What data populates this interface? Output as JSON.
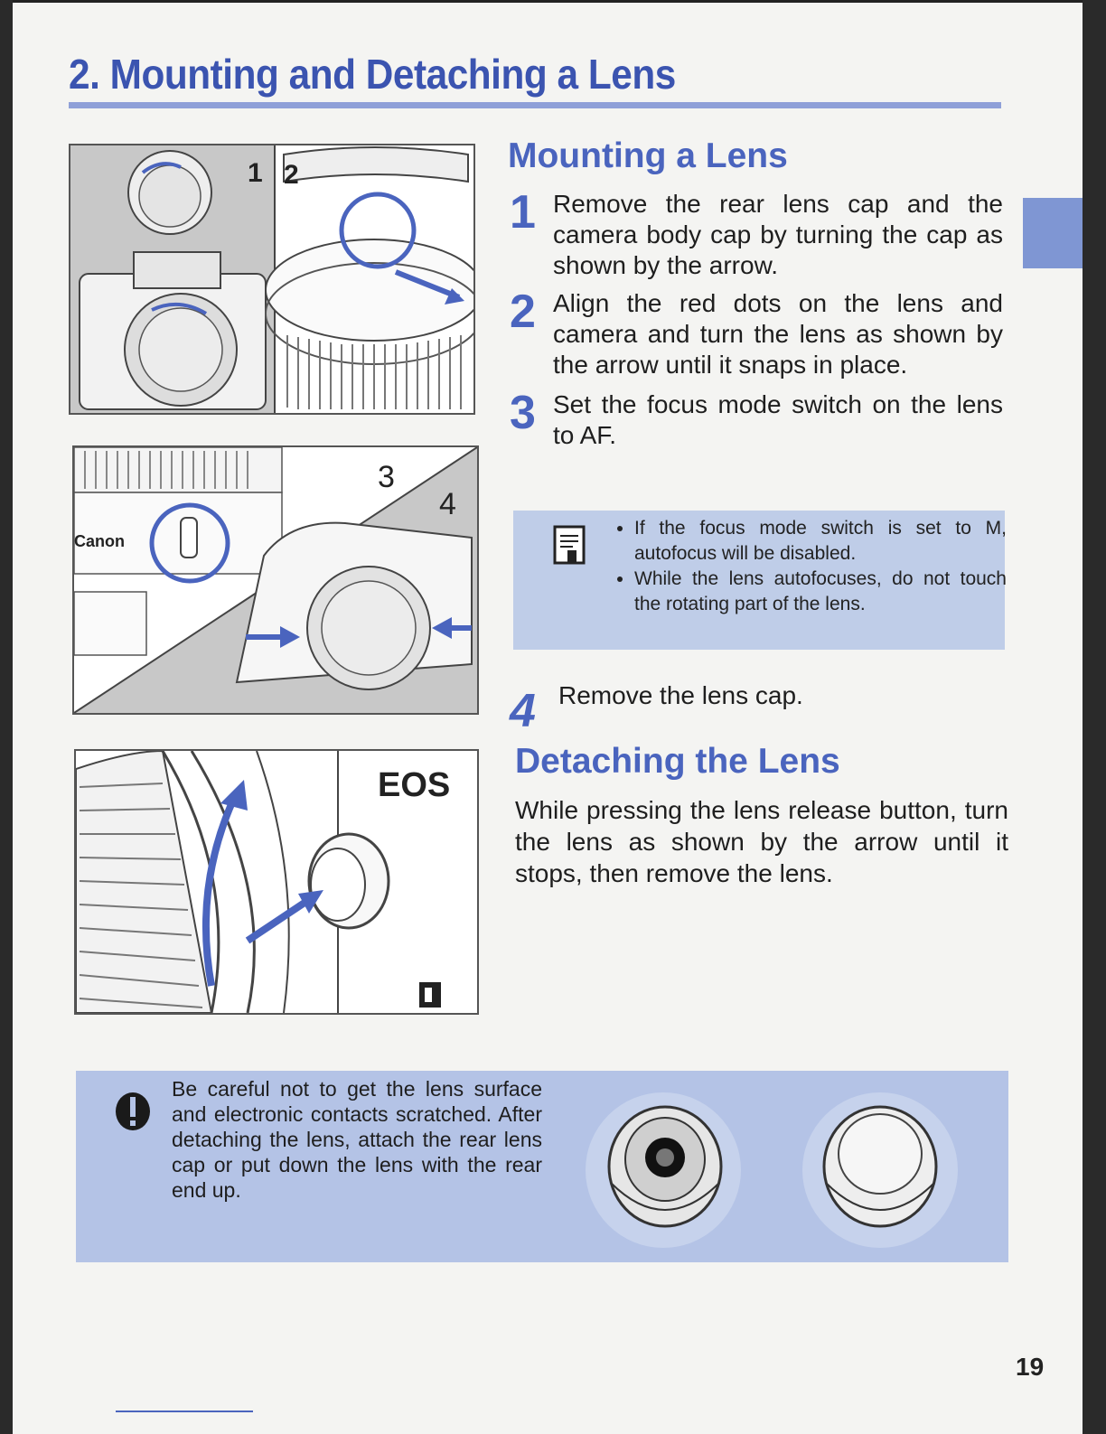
{
  "header": {
    "title": "2. Mounting and Detaching a Lens"
  },
  "mounting": {
    "heading": "Mounting a Lens",
    "steps": [
      {
        "num": "1",
        "text": "Remove the rear lens cap and the camera body cap by turning the cap as shown by the arrow."
      },
      {
        "num": "2",
        "text": "Align the red dots on the lens and camera and turn the lens as shown by the arrow until it snaps in place."
      },
      {
        "num": "3",
        "text": "Set the focus mode switch on the lens to AF."
      },
      {
        "num": "4",
        "text": "Remove the lens cap."
      }
    ],
    "notes": [
      "If the focus mode switch is set to M, autofocus will be disabled.",
      "While the lens autofocuses, do not touch the rotating part of the lens."
    ]
  },
  "detaching": {
    "heading": "Detaching the Lens",
    "text": "While pressing the lens release button, turn the lens as shown by the arrow until it stops, then remove the lens."
  },
  "caution": {
    "text": "Be careful not to get the lens surface and electronic contacts scratched. After detaching the lens, attach the rear lens cap or put down the lens with the rear end up."
  },
  "illustrations": {
    "fig1_labels": [
      "1",
      "2"
    ],
    "fig2_labels": [
      "3",
      "4"
    ],
    "fig3_label": "EOS",
    "brand_logo": "Canon"
  },
  "page_number": "19",
  "colors": {
    "accent": "#4a64be",
    "note_bg": "#bfcde8",
    "caution_bg": "#b4c3e6"
  }
}
